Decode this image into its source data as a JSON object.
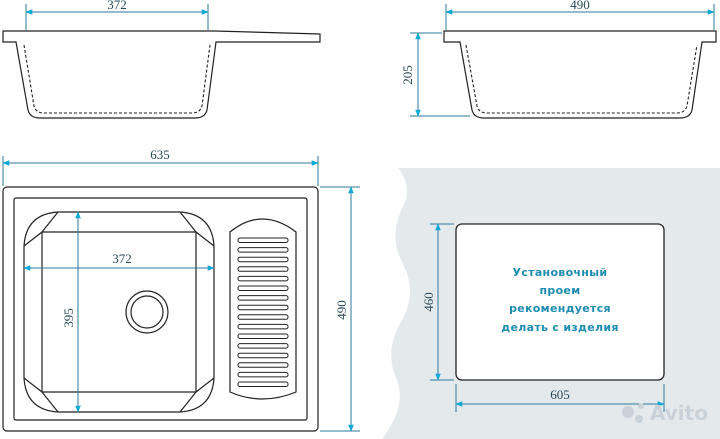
{
  "dimensions": {
    "side_view_1_width": "372",
    "side_view_2_width": "490",
    "side_view_2_depth": "205",
    "top_view_width": "635",
    "top_view_bowl_width": "372",
    "top_view_bowl_height": "395",
    "top_view_height": "490",
    "cutout_height": "460",
    "cutout_width": "605"
  },
  "cutout_note": {
    "lines": [
      "Установочный",
      "проем",
      "рекомендуется",
      "делать с изделия"
    ]
  },
  "watermark": {
    "text": "Avito"
  },
  "colors": {
    "dimension": "#2a7a9a",
    "note": "#1f8db0",
    "countertop": "#e4e9ec",
    "outline": "#222222"
  }
}
